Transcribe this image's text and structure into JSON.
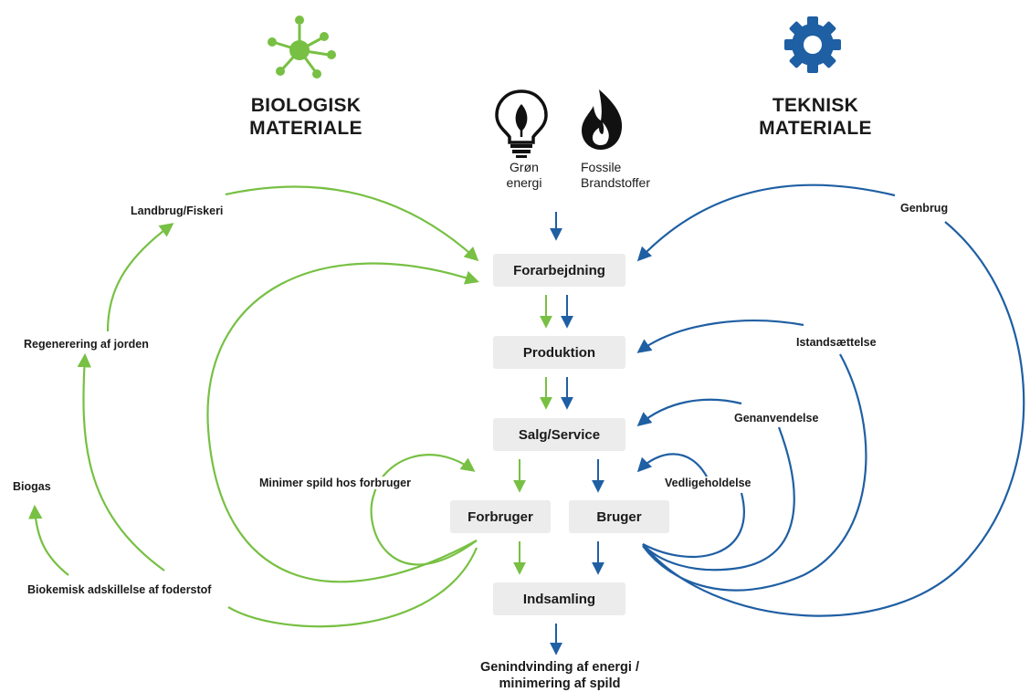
{
  "headings": {
    "biological": [
      "BIOLOGISK",
      "MATERIALE"
    ],
    "technical": [
      "TEKNISK",
      "MATERIALE"
    ]
  },
  "sources": {
    "green_energy": [
      "Grøn",
      "energi"
    ],
    "fossil": [
      "Fossile",
      "Brandstoffer"
    ]
  },
  "stages": {
    "processing": "Forarbejdning",
    "production": "Produktion",
    "sales": "Salg/Service",
    "consumer": "Forbruger",
    "user": "Bruger",
    "collection": "Indsamling"
  },
  "bio_labels": {
    "farming": "Landbrug/Fiskeri",
    "soil": "Regenerering af jorden",
    "biogas": "Biogas",
    "biochem": "Biokemisk adskillelse af foderstof",
    "min_waste": "Minimer spild hos forbruger"
  },
  "tech_labels": {
    "recycling": "Genbrug",
    "refurbish": "Istandsættelse",
    "reuse": "Genanvendelse",
    "maintenance": "Vedligeholdelse"
  },
  "bottom": [
    "Genindvinding af energi /",
    "minimering af spild"
  ],
  "colors": {
    "green": "#77c043",
    "blue": "#1f5fa3",
    "box": "#ececec"
  },
  "icons": [
    "molecule-icon",
    "gear-icon",
    "lightbulb-icon",
    "flame-icon"
  ]
}
